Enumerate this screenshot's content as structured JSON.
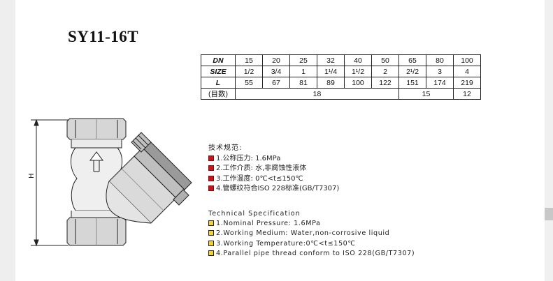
{
  "title": "SY11-16T",
  "table": {
    "rows": [
      {
        "label": "DN",
        "cells": [
          "15",
          "20",
          "25",
          "32",
          "40",
          "50",
          "65",
          "80",
          "100"
        ]
      },
      {
        "label": "SIZE",
        "cells": [
          "1/2",
          "3/4",
          "1",
          "1¹/4",
          "1¹/2",
          "2",
          "2¹/2",
          "3",
          "4"
        ]
      },
      {
        "label": "L",
        "cells": [
          "55",
          "67",
          "81",
          "89",
          "100",
          "122",
          "151",
          "174",
          "219"
        ]
      }
    ],
    "mesh": {
      "label": "(目数)",
      "group1": "18",
      "group2": "15",
      "group3": "12"
    }
  },
  "drawing": {
    "dimension_label": "H"
  },
  "cn_spec": {
    "heading": "技术规范:",
    "items": [
      "1.公称压力: 1.6MPa",
      "2.工作介质: 水,非腐蚀性液体",
      "3.工作温度: 0℃<t≤150℃",
      "4.管螺纹符合ISO 228标准(GB/T7307)"
    ],
    "marker_color": "#c8151b"
  },
  "en_spec": {
    "heading": "Technical Specification",
    "items": [
      "1.Nominal Pressure: 1.6MPa",
      "2.Working Medium: Water,non-corrosive liquid",
      "3.Working Temperature:0℃<t≤150℃",
      "4.Parallel pipe thread conform to ISO 228(GB/T7307)"
    ],
    "marker_color": "#f5d22a"
  }
}
